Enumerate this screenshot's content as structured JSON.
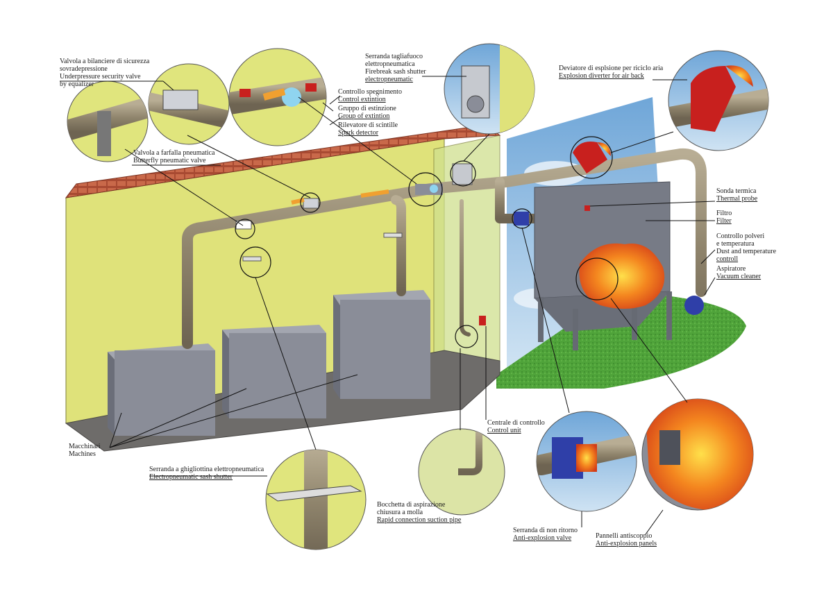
{
  "labels": {
    "valvola_bilanciere": {
      "it_1": "Valvola a bilanciere di sicurezza",
      "it_2": "sovradepressione",
      "en_1": "Underpressure security valve",
      "en_2": "by equalizer"
    },
    "valvola_farfalla": {
      "it": "Valvola a farfalla pneumatica",
      "en": "Butterfly pneumatic valve"
    },
    "controllo_spegnimento": {
      "it": "Controllo spegnimento",
      "en": "Control extintion"
    },
    "gruppo_estinzione": {
      "it": "Gruppo di estinzione",
      "en": "Group of extintion"
    },
    "rilevatore_scintille": {
      "it": "Rilevatore di scintille",
      "en": "Spark detector"
    },
    "serranda_tagliafuoco": {
      "it_1": "Serranda tagliafuoco",
      "it_2": "elettropneumatica",
      "en_1": "Firebreak sash shutter",
      "en_2": "electropneumatic"
    },
    "deviatore_esplosione": {
      "it": "Deviatore di esplsione per riciclo aria",
      "en": "Explosion diverter for air back"
    },
    "sonda_termica": {
      "it": "Sonda termica",
      "en": "Thermal probe"
    },
    "filtro": {
      "it": "Filtro",
      "en": "Filter"
    },
    "controllo_polveri": {
      "it_1": "Controllo polveri",
      "it_2": "e temperatura",
      "en_1": "Dust and  temperature",
      "en_2": "controll"
    },
    "aspiratore": {
      "it": "Aspiratore",
      "en": "Vacuum cleaner"
    },
    "macchinari": {
      "it": "Macchinari",
      "en": "Machines"
    },
    "serranda_ghigliottina": {
      "it": "Serranda a ghigliottina elettropneumatica",
      "en": "Electropneumatic sash shutter"
    },
    "centrale_controllo": {
      "it": "Centrale di controllo",
      "en": "Control unit"
    },
    "bocchetta_aspirazione": {
      "it_1": "Bocchetta di aspirazione",
      "it_2": "chiusura a molla",
      "en": "Rapid connection suction pipe"
    },
    "serranda_non_ritorno": {
      "it": "Serranda di non ritorno",
      "en": "Anti-explosion valve"
    },
    "pannelli_antiscoppio": {
      "it": "Pannelli antiscoppio",
      "en": "Anti-explosion panels"
    }
  },
  "colors": {
    "wall_yellow": "#dfe27a",
    "detail_yellow": "#e0e57d",
    "floor_gray": "#6e6c6a",
    "machine_gray": "#8a8d98",
    "pipe_tan": "#9a8f78",
    "roof_red": "#b2543a",
    "grass_green": "#4fa33a",
    "sky_blue": "#7fb0dc",
    "valve_red": "#c8201e",
    "fire_orange": "#f07a1e",
    "blue_valve": "#2f3fa8"
  },
  "icons": {
    "pipe": "pipe-icon",
    "valve": "valve-icon",
    "fire": "flame-icon",
    "filter": "filter-unit-icon",
    "fan": "fan-icon"
  }
}
